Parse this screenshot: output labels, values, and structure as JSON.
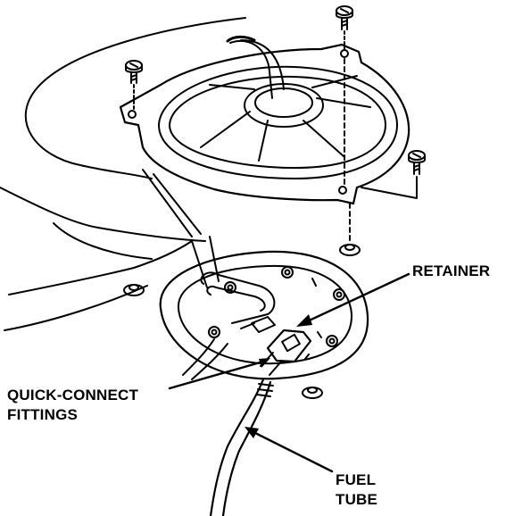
{
  "labels": {
    "retainer": "RETAINER",
    "quick_connect_line1": "QUICK-CONNECT",
    "quick_connect_line2": "FITTINGS",
    "fuel_tube_line1": "FUEL",
    "fuel_tube_line2": "TUBE"
  },
  "colors": {
    "ink": "#000000",
    "paper": "#ffffff"
  }
}
